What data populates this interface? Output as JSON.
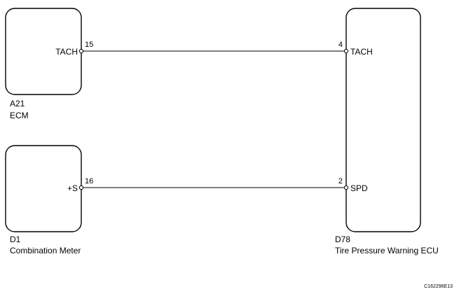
{
  "components": {
    "ecm": {
      "code": "A21",
      "name": "ECM",
      "terminal": "TACH",
      "pin": "15"
    },
    "meter": {
      "code": "D1",
      "name": "Combination Meter",
      "terminal": "+S",
      "pin": "16"
    },
    "tpw_ecu": {
      "code": "D78",
      "name": "Tire Pressure Warning ECU",
      "terminals": [
        {
          "name": "TACH",
          "pin": "4"
        },
        {
          "name": "SPD",
          "pin": "2"
        }
      ]
    }
  },
  "document_id": "C162296E13"
}
